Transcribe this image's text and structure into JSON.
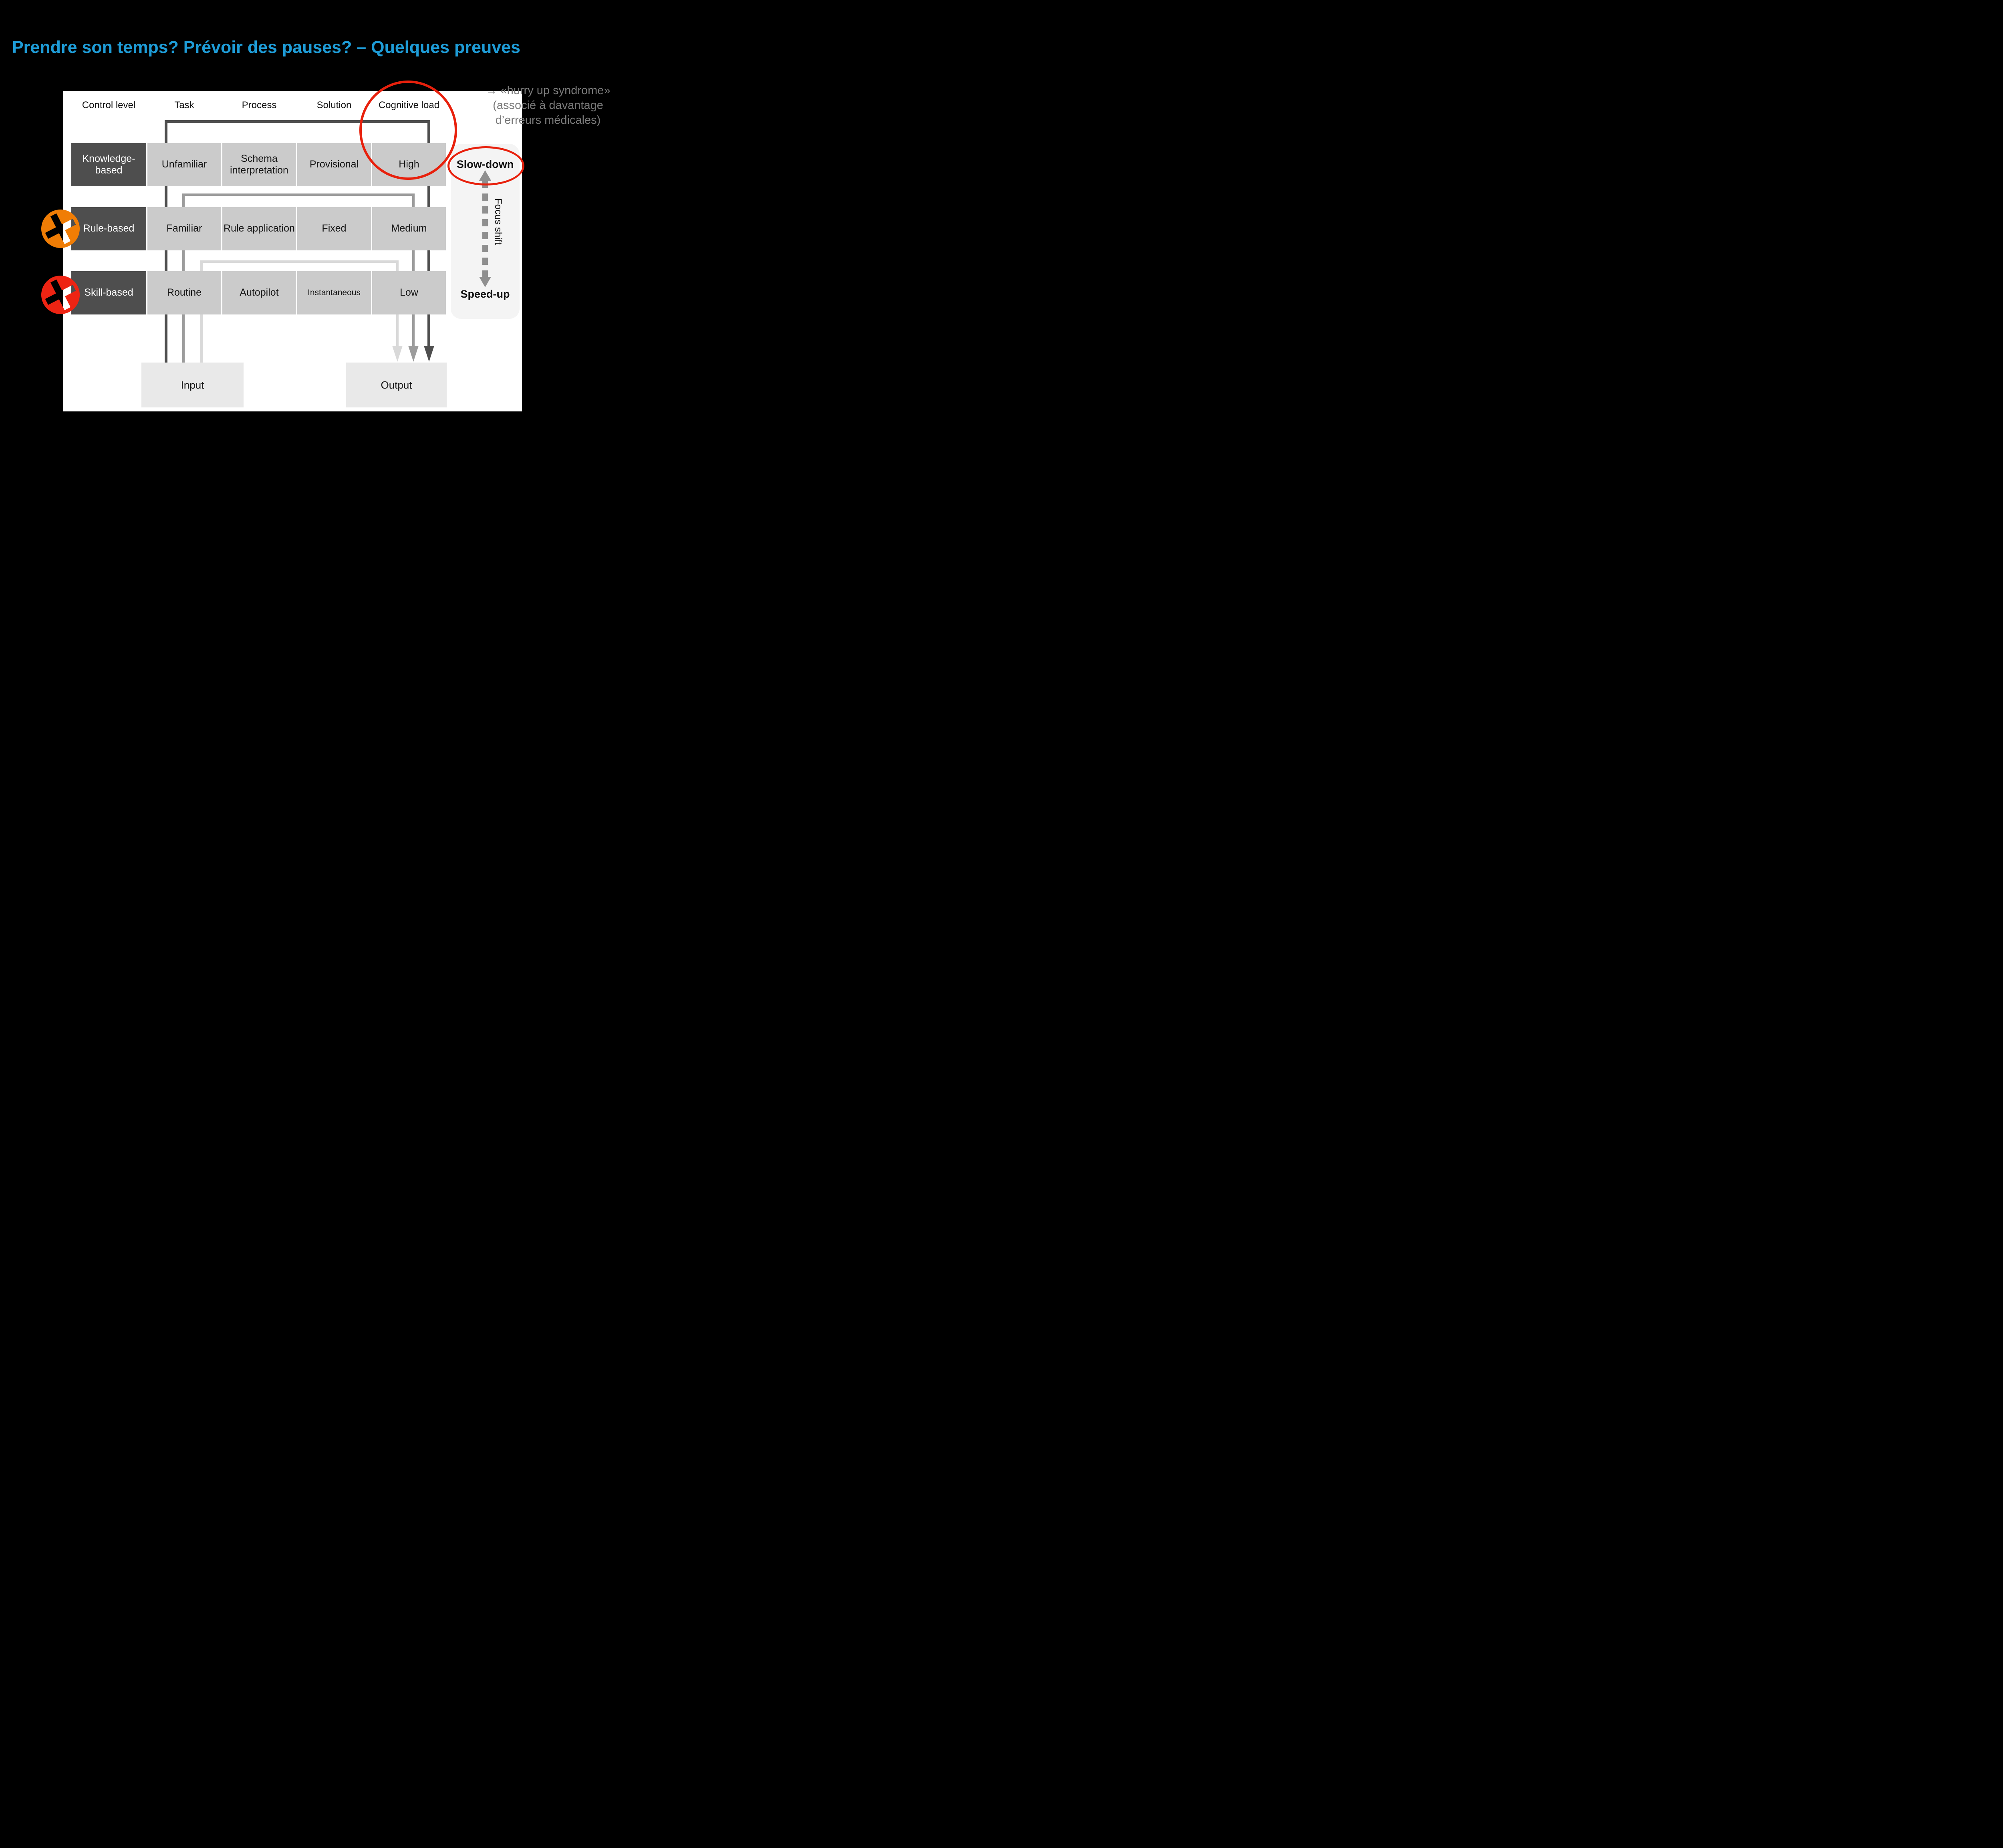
{
  "title": "Prendre son temps? Prévoir des pauses? – Quelques preuves",
  "annotation": {
    "line1": "→ «hurry up syndrome»",
    "line2": "(associé à davantage",
    "line3": "d’erreurs médicales)"
  },
  "diagram": {
    "headers": [
      "Control level",
      "Task",
      "Process",
      "Solution",
      "Cognitive load"
    ],
    "rows": [
      {
        "level": "Knowledge-based",
        "task": "Unfamiliar",
        "process": "Schema interpretation",
        "solution": "Provisional",
        "load": "High"
      },
      {
        "level": "Rule-based",
        "task": "Familiar",
        "process": "Rule application",
        "solution": "Fixed",
        "load": "Medium"
      },
      {
        "level": "Skill-based",
        "task": "Routine",
        "process": "Autopilot",
        "solution": "Instantaneous",
        "load": "Low"
      }
    ],
    "input_label": "Input",
    "output_label": "Output",
    "side_panel": {
      "top": "Slow-down",
      "middle": "Focus shift",
      "bottom": "Speed-up"
    }
  },
  "icons": [
    "x-icon-orange",
    "x-icon-red"
  ],
  "colors": {
    "title": "#1e9cd7",
    "dark_box": "#4e4e4e",
    "cell": "#cbcbcb",
    "io_box": "#e9e9e9",
    "side_panel": "#f4f4f4",
    "line_dark": "#4e4e4e",
    "line_medium": "#9c9c9c",
    "line_light": "#d9d9d9",
    "red": "#e8200c",
    "orange_icon": "#f07d05",
    "red_icon": "#ee2413",
    "annotation": "#7a7a7a"
  }
}
